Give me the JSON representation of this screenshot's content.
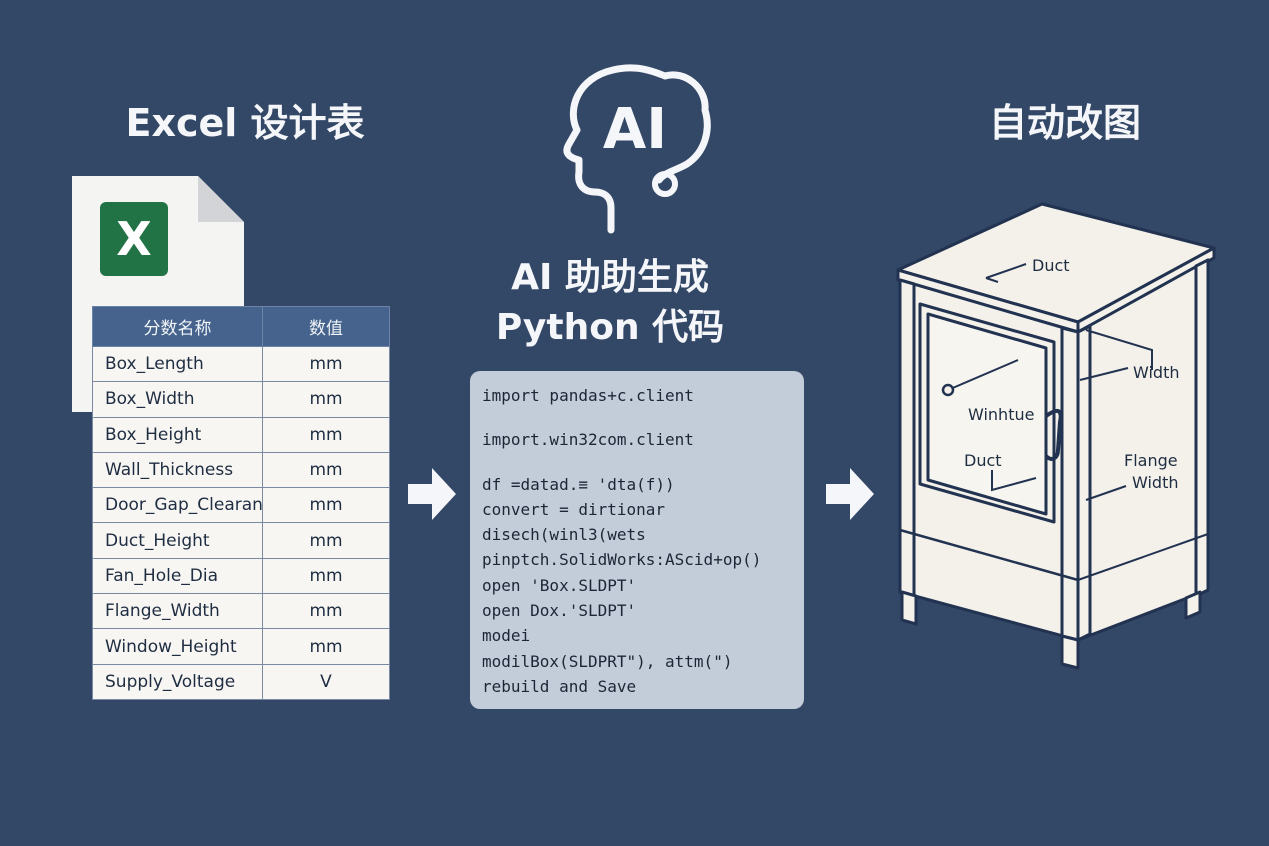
{
  "headings": {
    "excel": "Excel 设计表",
    "ai_line1": "AI 助助生成",
    "ai_line2": "Python 代码",
    "redraw": "自动改图"
  },
  "icons": {
    "excel_file": "excel-file-icon",
    "ai_head": "ai-head-icon",
    "arrows": "arrow-right-icon"
  },
  "excel_icon_letter": "X",
  "ai_head_label": "AI",
  "table": {
    "headers": [
      "分数名称",
      "数值"
    ],
    "rows": [
      {
        "name": "Box_Length",
        "unit": "mm"
      },
      {
        "name": "Box_Width",
        "unit": "mm"
      },
      {
        "name": "Box_Height",
        "unit": "mm"
      },
      {
        "name": "Wall_Thickness",
        "unit": "mm"
      },
      {
        "name": "Door_Gap_Clearan",
        "unit": "mm"
      },
      {
        "name": "Duct_Height",
        "unit": "mm"
      },
      {
        "name": "Fan_Hole_Dia",
        "unit": "mm"
      },
      {
        "name": "Flange_Width",
        "unit": "mm"
      },
      {
        "name": "Window_Height",
        "unit": "mm"
      },
      {
        "name": "Supply_Voltage",
        "unit": "V"
      }
    ]
  },
  "code": [
    "import pandas+c.client",
    "import.win32com.client",
    "df =datad.≡ 'dta(f))",
    "convert = dirtionar",
    "disech(winl3(wets",
    "pinptch.SolidWorks:AScid+op()",
    "open 'Box.SLDPT'",
    "open Dox.'SLDPT'",
    "modei",
    "modilBox(SLDPRT\"), attm(\")",
    "rebuild and Save"
  ],
  "cabinet_labels": {
    "top_duct": "Duct",
    "width": "Width",
    "window": "Winhtue",
    "duct": "Duct",
    "flange_1": "Flange",
    "flange_2": "Width"
  },
  "colors": {
    "background": "#334766",
    "table_header": "#45638c",
    "excel_green": "#217346",
    "code_panel": "#c3ccd9",
    "cabinet_fill": "#f4f1ea",
    "cabinet_line": "#223351"
  }
}
